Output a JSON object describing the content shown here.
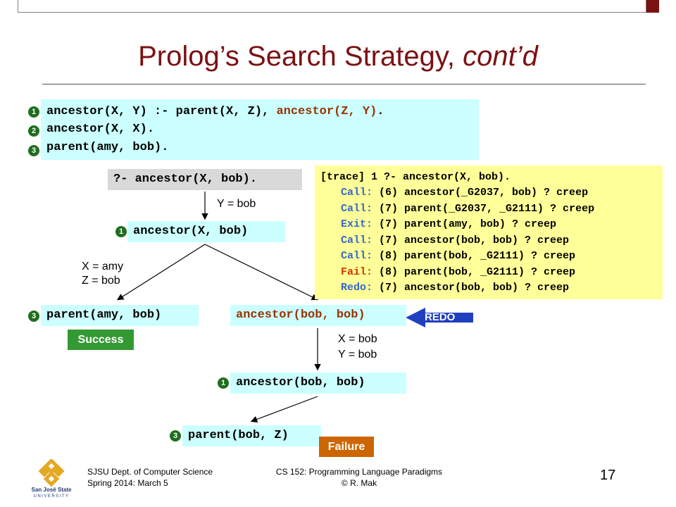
{
  "title": {
    "main": "Prolog’s Search Strategy, ",
    "italic": "cont’d"
  },
  "rules": {
    "badges": [
      "1",
      "2",
      "3"
    ],
    "line1_a": "ancestor(X, Y) :- parent(X, Z), ",
    "line1_b": "ancestor(Z, Y)",
    "line1_c": ".",
    "line2": "ancestor(X, X).",
    "line3": "parent(amy, bob)."
  },
  "tree": {
    "query": "?- ancestor(X, bob).",
    "edge_query": "Y = bob",
    "node1_badge": "1",
    "node1": "ancestor(X, bob)",
    "edge_left_1": "X = amy",
    "edge_left_2": "Z = bob",
    "node2_badge": "3",
    "node2": "parent(amy, bob)",
    "node3": "ancestor(bob, bob)",
    "success": "Success",
    "redo": "REDO",
    "edge_right_1": "X = bob",
    "edge_right_2": "Y = bob",
    "node4_badge": "1",
    "node4": "ancestor(bob, bob)",
    "node5_badge": "3",
    "node5": "parent(bob, Z)",
    "failure": "Failure"
  },
  "trace": {
    "header": "[trace] 1 ?- ancestor(X, bob).",
    "lines": [
      {
        "kw": "Call:",
        "text": " (6) ancestor(_G2037, bob) ? creep",
        "kind": "blue"
      },
      {
        "kw": "Call:",
        "text": " (7) parent(_G2037, _G2111) ? creep",
        "kind": "blue"
      },
      {
        "kw": "Exit:",
        "text": " (7) parent(amy, bob) ? creep",
        "kind": "blue"
      },
      {
        "kw": "Call:",
        "text": " (7) ancestor(bob, bob) ? creep",
        "kind": "blue"
      },
      {
        "kw": "Call:",
        "text": " (8) parent(bob, _G2111) ? creep",
        "kind": "blue"
      },
      {
        "kw": "Fail:",
        "text": " (8) parent(bob, _G2111) ? creep",
        "kind": "red"
      },
      {
        "kw": "Redo:",
        "text": " (7) ancestor(bob, bob) ? creep",
        "kind": "blue"
      }
    ]
  },
  "footer": {
    "dept": "SJSU Dept. of Computer Science",
    "date": "Spring 2014: March 5",
    "course": "CS 152: Programming Language Paradigms",
    "author": "© R. Mak",
    "page": "17",
    "logo_text_1": "San José State",
    "logo_text_2": "UNIVERSITY"
  },
  "colors": {
    "title": "#7b1113",
    "cyan_box": "#ccffff",
    "trace_box": "#ffff99",
    "badge": "#1e6e1e",
    "success": "#339933",
    "failure": "#cc6600",
    "redo_arrow": "#1f3fbf"
  }
}
